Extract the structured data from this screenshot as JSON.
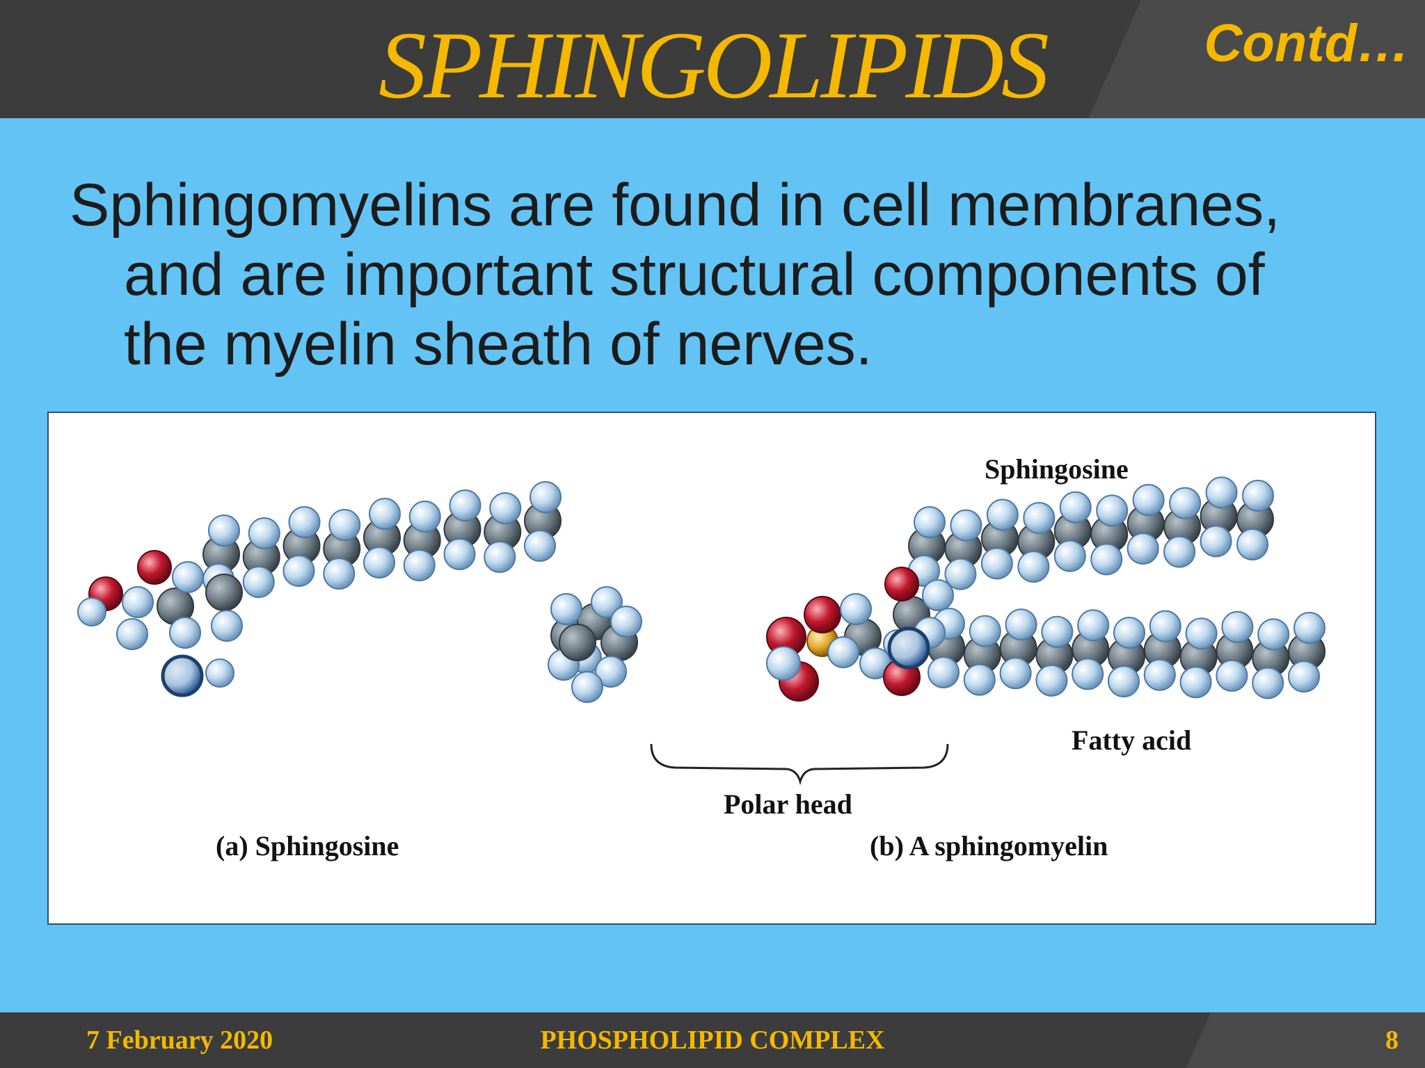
{
  "header": {
    "title": "SPHINGOLIPIDS",
    "continued": "Contd…"
  },
  "body": {
    "lines": [
      "Sphingomyelins are found in cell membranes,",
      "and are important structural components of",
      "the myelin sheath of nerves."
    ]
  },
  "figure": {
    "labels": {
      "sphingosine_top": "Sphingosine",
      "fatty_acid": "Fatty acid",
      "polar_head": "Polar head",
      "caption_a": "(a) Sphingosine",
      "caption_b": "(b) A sphingomyelin"
    },
    "atom_colors": {
      "hydrogen": "#bcd8ee",
      "carbon": "#6f7c85",
      "oxygen": "#c0182e",
      "nitrogen": "#2f5f9a",
      "phosphorus": "#e0a52a"
    }
  },
  "footer": {
    "date": "7 February 2020",
    "center": "PHOSPHOLIPID COMPLEX",
    "page": "8"
  }
}
